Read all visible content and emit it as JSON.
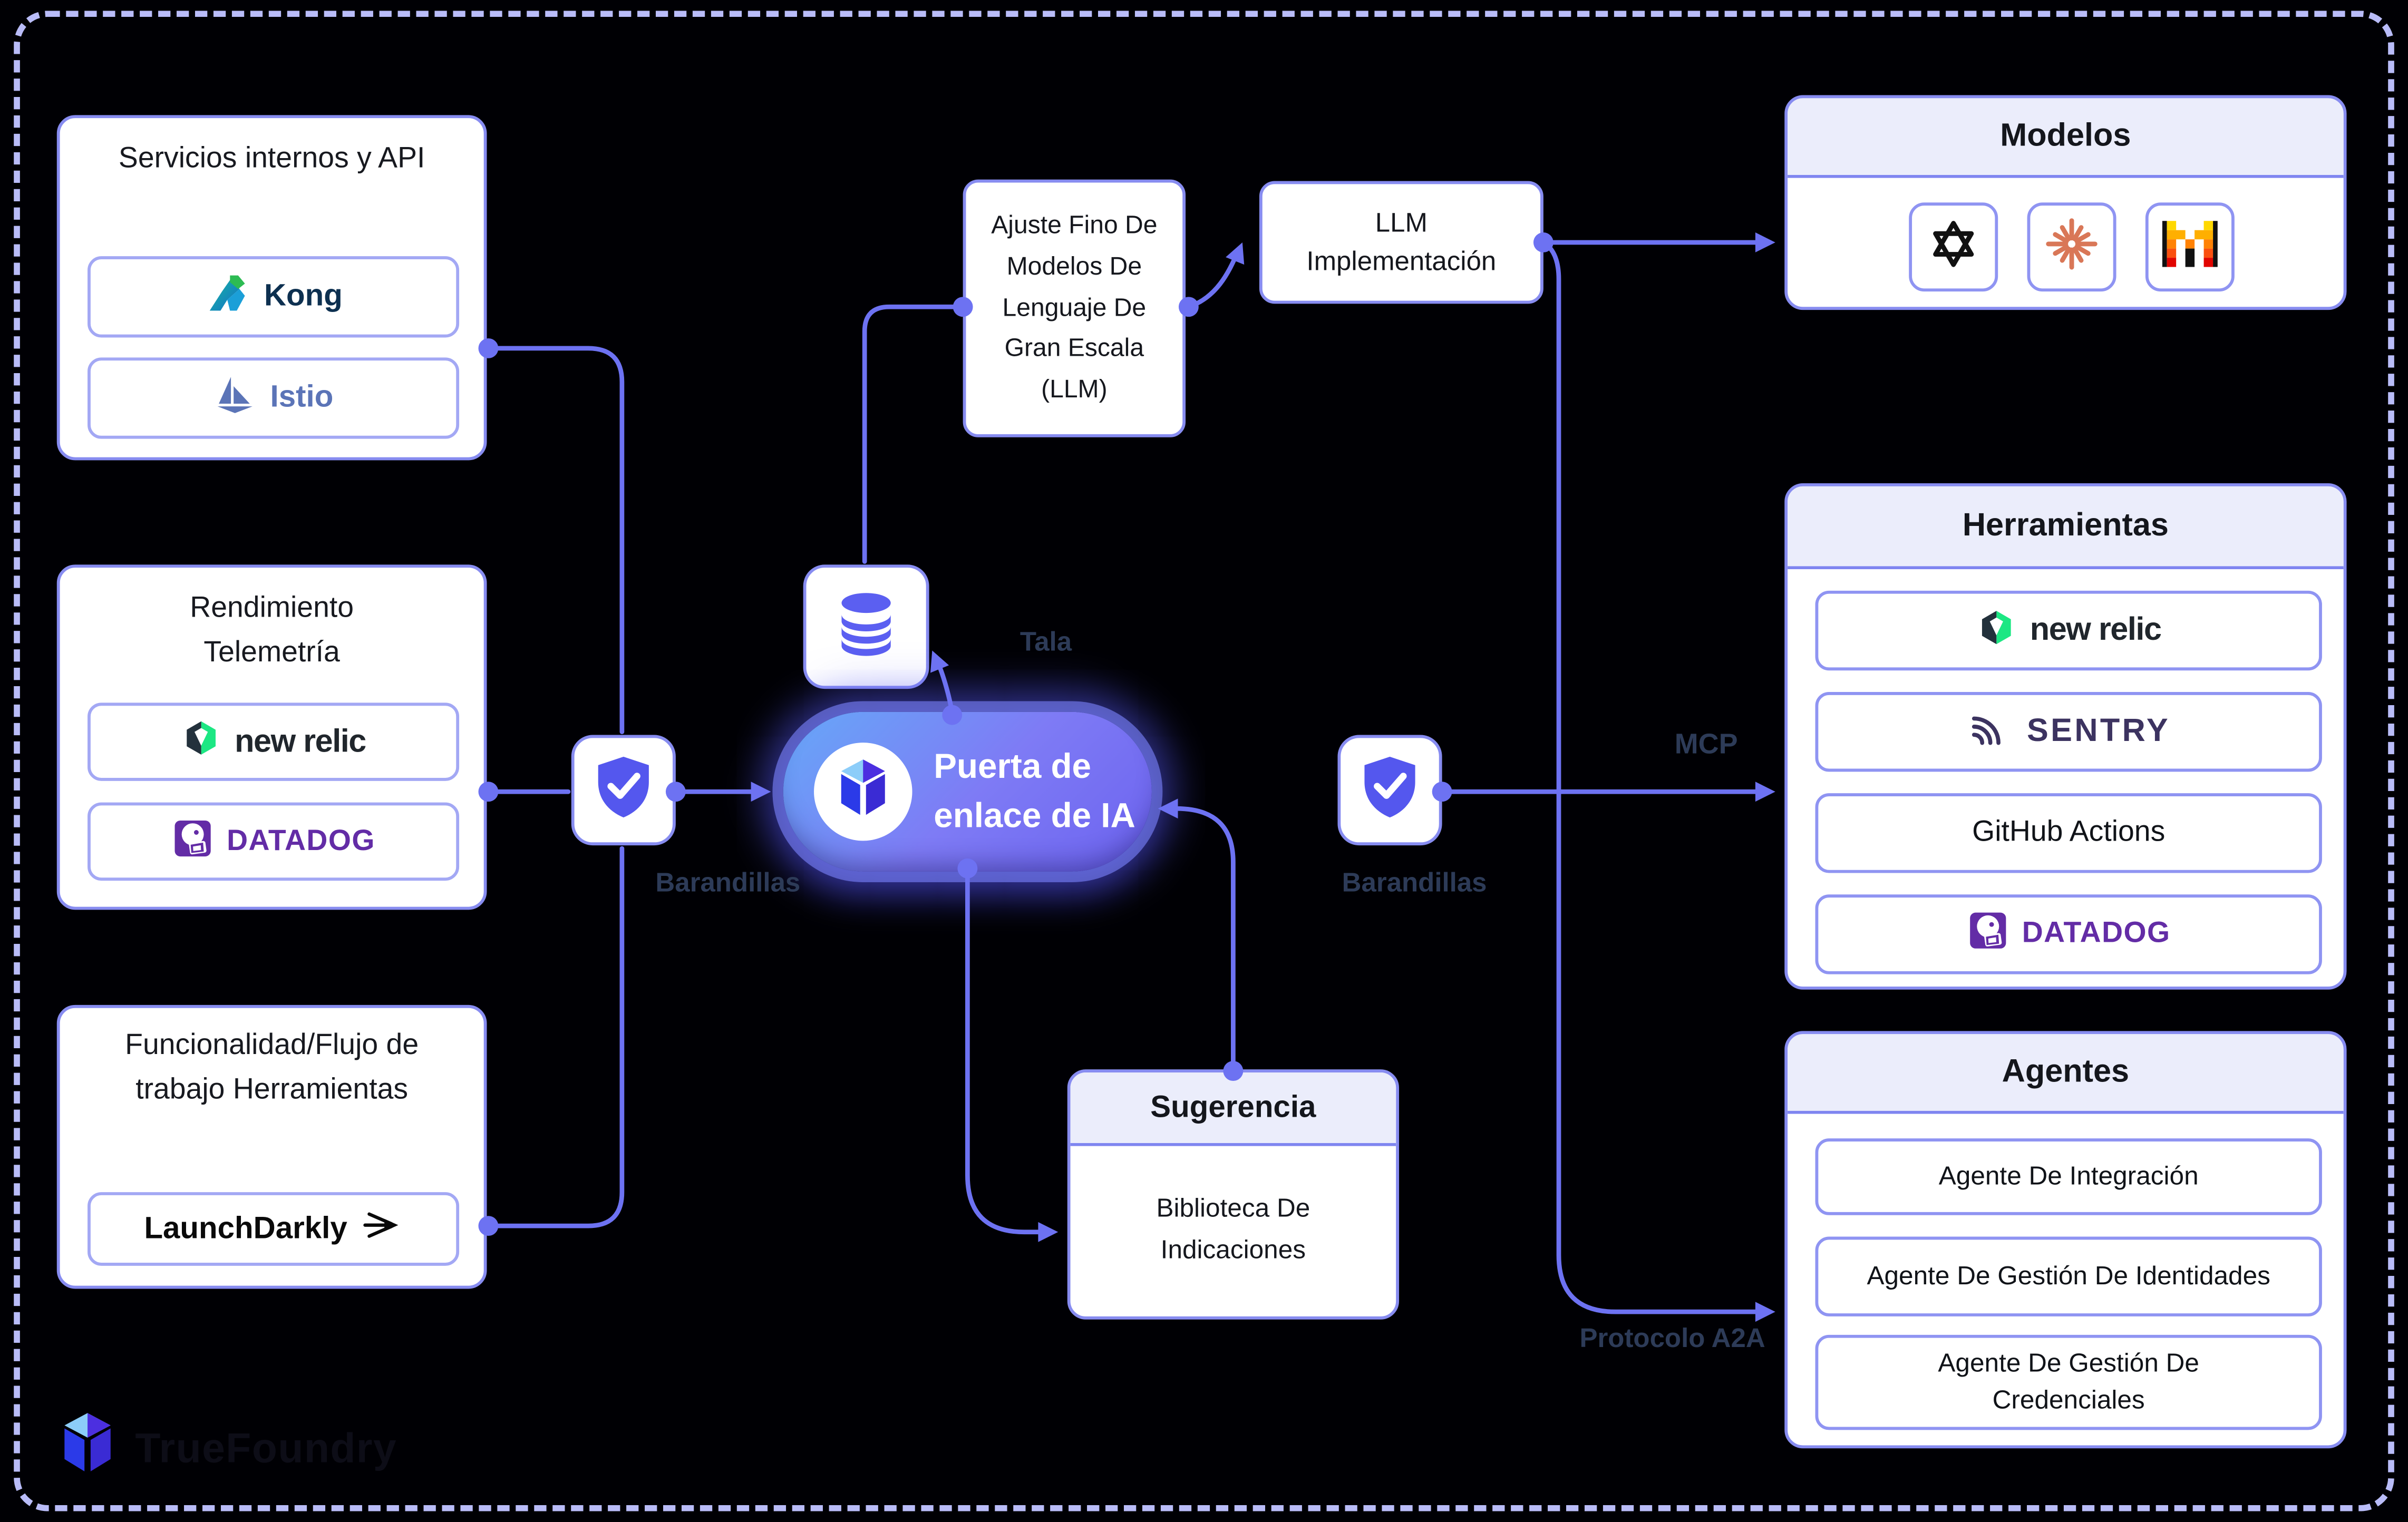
{
  "gateway": {
    "label": "Puerta de enlace de IA",
    "icon": "truefoundry-cube-icon"
  },
  "connector_labels": {
    "tala": "Tala",
    "barandillas_left": "Barandillas",
    "barandillas_right": "Barandillas",
    "mcp": "MCP",
    "a2a": "Protocolo A2A"
  },
  "left_column": {
    "services_box": {
      "title": "Servicios internos y API",
      "items": [
        {
          "label": "Kong",
          "icon": "kong-icon"
        },
        {
          "label": "Istio",
          "icon": "istio-icon"
        }
      ]
    },
    "telemetry_box": {
      "title": "Rendimiento Telemetría",
      "items": [
        {
          "label": "new relic",
          "icon": "newrelic-icon"
        },
        {
          "label": "DATADOG",
          "icon": "datadog-icon"
        }
      ]
    },
    "workflow_box": {
      "title": "Funcionalidad/Flujo de trabajo Herramientas",
      "items": [
        {
          "label": "LaunchDarkly",
          "icon": "launchdarkly-arrow-icon"
        }
      ]
    }
  },
  "top_row": {
    "finetune_box": {
      "title": "Ajuste Fino De Modelos De Lenguaje De Gran Escala (LLM)"
    },
    "llm_deploy_box": {
      "title": "LLM Implementación"
    }
  },
  "prompt_box": {
    "title": "Sugerencia",
    "body": "Biblioteca De Indicaciones"
  },
  "database_node": {
    "icon": "database-icon"
  },
  "guardrails": {
    "icon": "shield-check-icon"
  },
  "right_column": {
    "models_box": {
      "title": "Modelos",
      "icons": [
        "openai-icon",
        "claude-icon",
        "mistral-icon"
      ]
    },
    "tools_box": {
      "title": "Herramientas",
      "items": [
        {
          "label": "new relic",
          "icon": "newrelic-icon"
        },
        {
          "label": "SENTRY",
          "icon": "sentry-icon"
        },
        {
          "label": "GitHub Actions",
          "icon": null
        },
        {
          "label": "DATADOG",
          "icon": "datadog-icon"
        }
      ]
    },
    "agents_box": {
      "title": "Agentes",
      "items": [
        {
          "label": "Agente De Integración"
        },
        {
          "label": "Agente De Gestión De Identidades"
        },
        {
          "label": "Agente De Gestión De Credenciales"
        }
      ]
    }
  },
  "footer": {
    "brand": "TrueFoundry",
    "icon": "truefoundry-cube-icon"
  },
  "colors": {
    "background": "#000004",
    "dashed_border": "#b9bcf8",
    "panel_border": "#878cf0",
    "header_fill": "#ebedfb",
    "connector": "#6d72f2",
    "connector_label": "#2d3b58",
    "gateway_gradient_start": "#66a8f8",
    "gateway_gradient_end": "#6c63ef",
    "shield": "#5457ee",
    "database": "#5b5ff1",
    "datadog_purple": "#632ca6",
    "newrelic_green": "#1ce783",
    "claude_orange": "#d97757",
    "sentry_purple": "#3c3360"
  }
}
